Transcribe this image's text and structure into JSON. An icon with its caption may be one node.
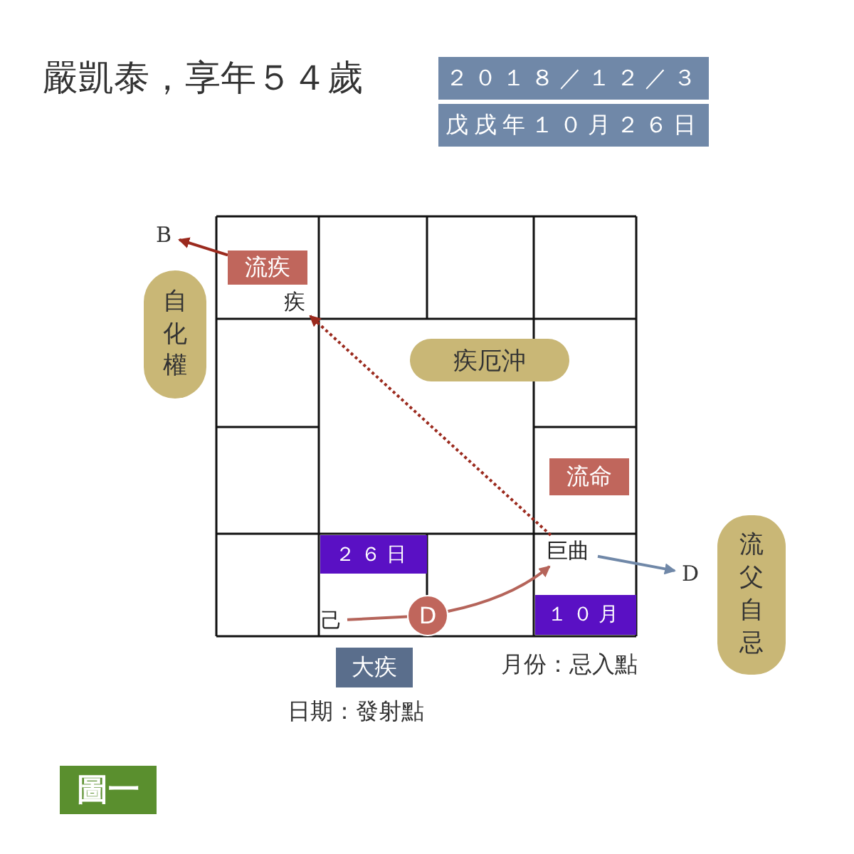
{
  "diagram": {
    "title": "嚴凱泰，享年５４歲",
    "nodes": [
      {
        "text": [
          "２０１８／１２／３"
        ]
      },
      {
        "text": [
          "戊戌年１０月２６日"
        ]
      },
      {
        "text": [
          "流疾"
        ]
      },
      {
        "text": [
          "疾"
        ]
      },
      {
        "text": [
          "自化權"
        ]
      },
      {
        "text": [
          "疾厄沖"
        ]
      },
      {
        "text": [
          "流命"
        ]
      },
      {
        "text": [
          "２６日"
        ]
      },
      {
        "text": [
          "巨曲"
        ]
      },
      {
        "text": [
          "１０月"
        ]
      },
      {
        "text": [
          "己"
        ]
      },
      {
        "text": [
          "D"
        ]
      },
      {
        "text": [
          "流父自忌"
        ]
      },
      {
        "text": [
          "大疾"
        ]
      },
      {
        "text": [
          "B"
        ]
      },
      {
        "text": [
          "D"
        ]
      },
      {
        "text": [
          "圖一"
        ]
      }
    ],
    "edges": [
      {
        "from": 2,
        "to": 14,
        "arrow": "to",
        "color": "#9b2a1e"
      },
      {
        "from": 8,
        "to": 3,
        "arrow": "to",
        "style": "dashed",
        "color": "#9b2a1e"
      },
      {
        "from": 10,
        "to": 11,
        "arrow": "none"
      },
      {
        "from": 11,
        "to": 8,
        "arrow": "to"
      },
      {
        "from": 8,
        "to": 15,
        "arrow": "to",
        "color": "#7088a8"
      }
    ],
    "labels": [
      "月份：忌入點",
      "日期：發射點"
    ]
  }
}
